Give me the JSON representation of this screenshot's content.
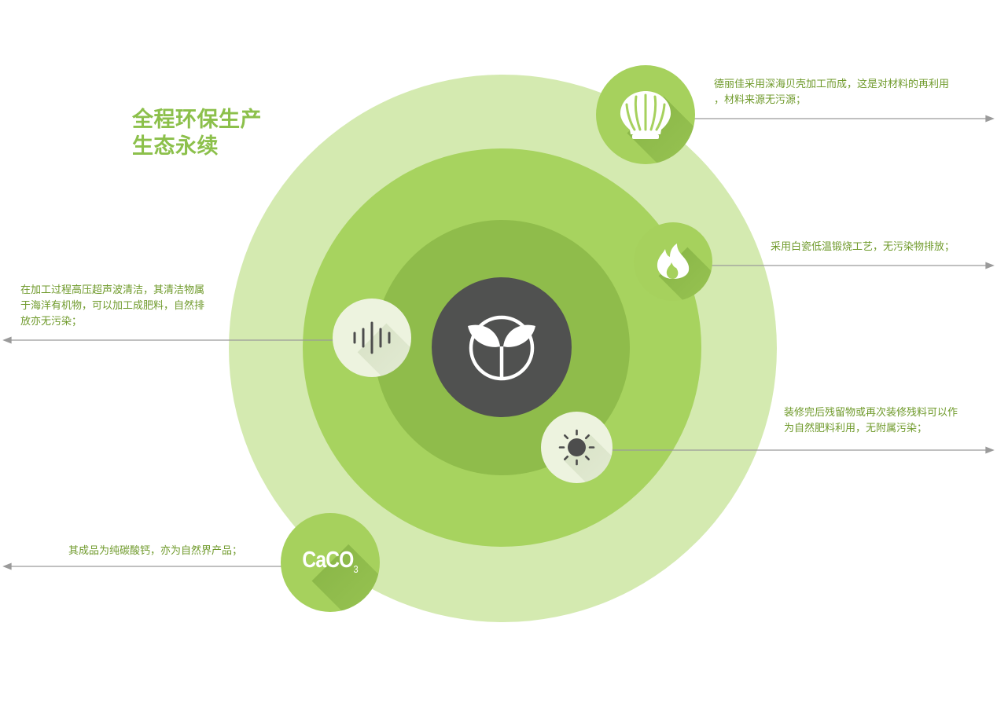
{
  "title": {
    "line1": "全程环保生产",
    "line2": "生态永续"
  },
  "colors": {
    "ring_outer": "#d4eab0",
    "ring_middle": "#a7d35f",
    "ring_inner": "#8fbc4b",
    "core": "#505150",
    "node_green": "#a6d15d",
    "node_pale": "#edf3df",
    "text_green": "#6f9a2b",
    "title_green": "#8cc04b",
    "line_gray": "#9a9a9a"
  },
  "center": {
    "icon": "sprout-circle-icon"
  },
  "items": [
    {
      "id": "shell",
      "icon": "shell-icon",
      "text_lines": [
        "德丽佳采用深海贝壳加工而成，这是对材料的再利用",
        "，材料来源无污源；"
      ]
    },
    {
      "id": "fire",
      "icon": "flame-icon",
      "text_lines": [
        "采用白瓷低温锻烧工艺，无污染物排放；"
      ]
    },
    {
      "id": "sound",
      "icon": "sound-wave-icon",
      "text_lines": [
        "在加工过程高压超声波清洁，其清洁物属",
        "于海洋有机物，可以加工成肥料，自然排",
        "放亦无污染；"
      ]
    },
    {
      "id": "sun",
      "icon": "sun-icon",
      "text_lines": [
        "装修完后残留物或再次装修残料可以作",
        "为自然肥料利用，无附属污染；"
      ]
    },
    {
      "id": "caco3",
      "icon": "caco3-label",
      "formula": "CaCO",
      "formula_sub": "3",
      "text_lines": [
        "其成品为纯碳酸钙，亦为自然界产品；"
      ]
    }
  ]
}
